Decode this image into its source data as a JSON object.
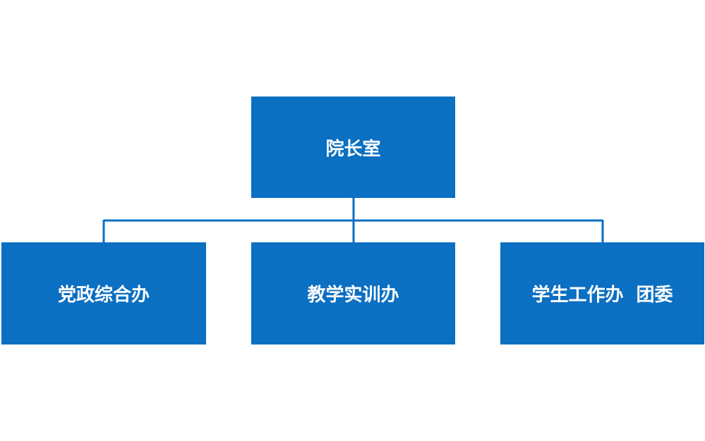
{
  "org_chart": {
    "top": {
      "label": "院长室"
    },
    "children": [
      {
        "label": "党政综合办"
      },
      {
        "label": "教学实训办"
      },
      {
        "label": "学生工作办  团委"
      }
    ]
  },
  "colors": {
    "box_fill": "#0b6fc2",
    "connector": "#0b6fc2",
    "text": "#ffffff"
  }
}
